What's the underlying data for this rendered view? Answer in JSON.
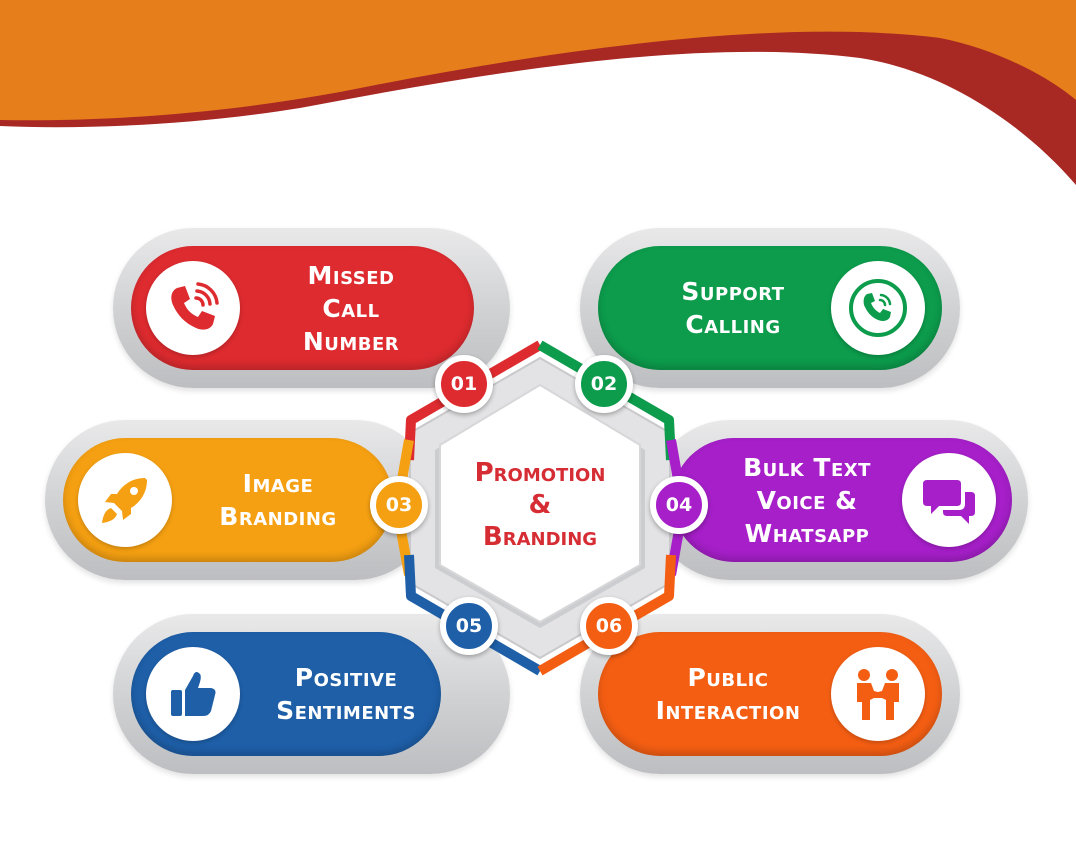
{
  "center": {
    "line1": "Promotion",
    "line2": "&",
    "line3": "Branding"
  },
  "items": [
    {
      "number": "01",
      "lines": [
        "Missed",
        "Call",
        "Number"
      ],
      "color": "#dd2b2f",
      "icon": "phone-ringing-icon"
    },
    {
      "number": "02",
      "lines": [
        "Support",
        "Calling"
      ],
      "color": "#0c9c4c",
      "icon": "phone-ringing-icon"
    },
    {
      "number": "03",
      "lines": [
        "Image",
        "Branding"
      ],
      "color": "#f5a012",
      "icon": "rocket-icon"
    },
    {
      "number": "04",
      "lines": [
        "Bulk Text",
        "Voice &",
        "Whatsapp"
      ],
      "color": "#a61fc9",
      "icon": "chat-bubbles-icon"
    },
    {
      "number": "05",
      "lines": [
        "Positive",
        "Sentiments"
      ],
      "color": "#1e5fa8",
      "icon": "thumbs-up-icon"
    },
    {
      "number": "06",
      "lines": [
        "Public",
        "Interaction"
      ],
      "color": "#f45e13",
      "icon": "handshake-people-icon"
    }
  ],
  "colors": {
    "wave_orange": "#e67e1b",
    "wave_red": "#a82824",
    "center_text": "#d62d34"
  }
}
